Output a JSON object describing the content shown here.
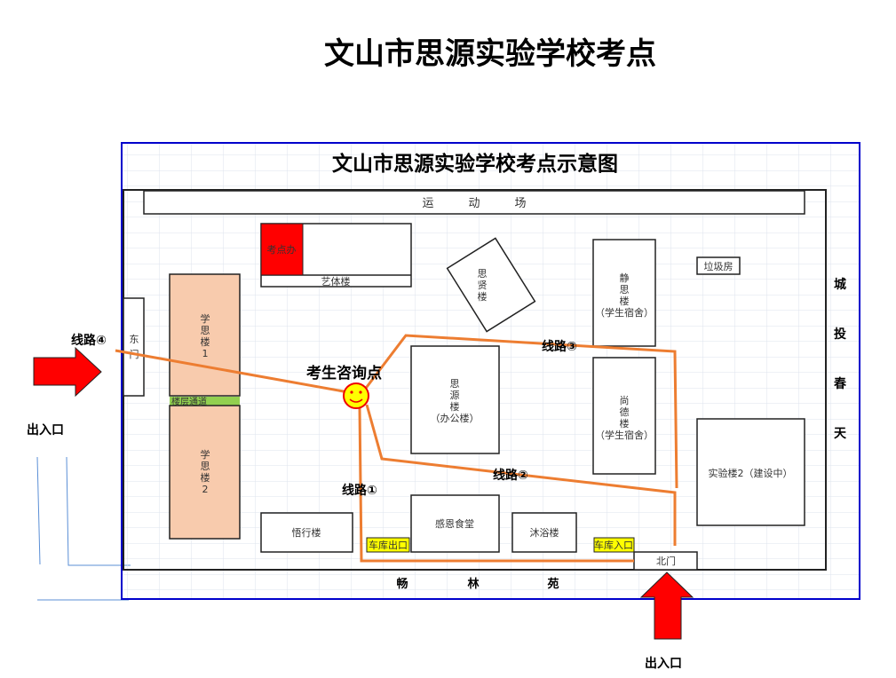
{
  "page_title": "文山市思源实验学校考点",
  "map": {
    "title": "文山市思源实验学校考点示意图",
    "sports_field": "运　　　动　　　场",
    "exam_office": "考点办",
    "art_building": "艺体楼",
    "sixian_building": [
      "思",
      "贤",
      "楼"
    ],
    "jingsi_building": [
      "静",
      "思",
      "楼",
      "（学生宿舍）"
    ],
    "garbage_room": "垃圾房",
    "east_gate": [
      "东",
      "门"
    ],
    "xuesi_1": [
      "学",
      "思",
      "楼",
      "1"
    ],
    "floor_passage": "楼层通道",
    "xuesi_2": [
      "学",
      "思",
      "楼",
      "2"
    ],
    "siyuan_building": [
      "思",
      "源",
      "楼",
      "（办公楼）"
    ],
    "shangde_building": [
      "尚",
      "德",
      "楼",
      "（学生宿舍）"
    ],
    "lab_building": "实验楼2（建设中）",
    "wuxing_building": "悟行楼",
    "canteen": "感恩食堂",
    "bath_building": "沐浴楼",
    "garage_exit": "车库出口",
    "garage_entry": "车库入口",
    "north_gate": "北门",
    "south_area": [
      "畅",
      "林",
      "苑"
    ],
    "east_area": [
      "城",
      "投",
      "春",
      "天"
    ],
    "consult_point": "考生咨询点",
    "routes": [
      "线路①",
      "线路②",
      "线路③",
      "线路④"
    ],
    "entrance_left": "出入口",
    "entrance_bottom": "出入口"
  },
  "colors": {
    "route": "#ed7d31",
    "exam_office": "#ff0000",
    "xuesi": "#f8cbad",
    "passage": "#92d050",
    "garage": "#ffff00",
    "frame": "#0000cc",
    "arrow": "#ff0000"
  }
}
